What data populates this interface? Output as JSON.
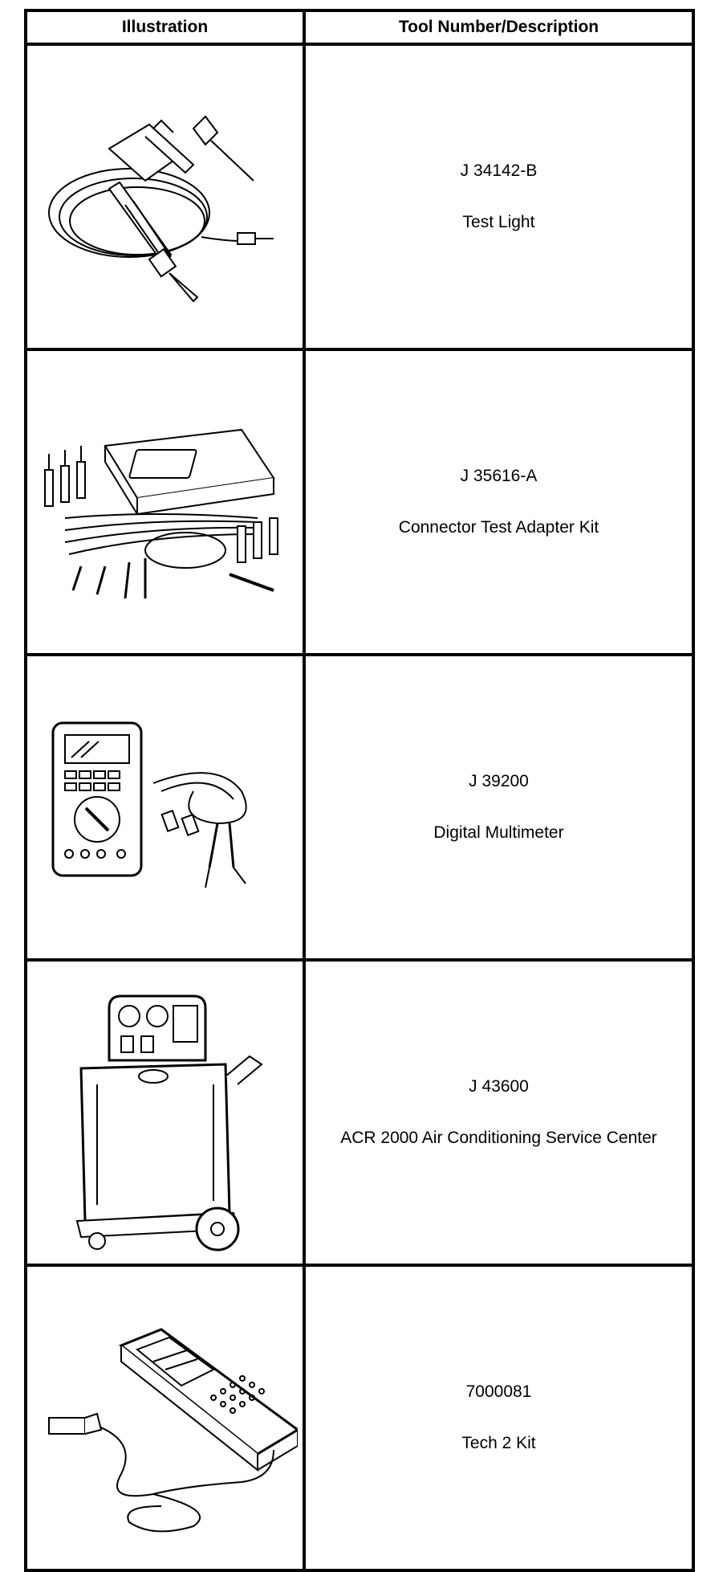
{
  "table": {
    "headers": {
      "illustration": "Illustration",
      "tool": "Tool Number/Description"
    },
    "rows": [
      {
        "number": "J 34142-B",
        "description": "Test Light",
        "illustration_icon": "test-light-icon"
      },
      {
        "number": "J 35616-A",
        "description": "Connector Test Adapter Kit",
        "illustration_icon": "adapter-kit-icon"
      },
      {
        "number": "J 39200",
        "description": "Digital Multimeter",
        "illustration_icon": "multimeter-icon"
      },
      {
        "number": "J 43600",
        "description": "ACR 2000 Air Conditioning Service Center",
        "illustration_icon": "ac-service-center-icon"
      },
      {
        "number": "7000081",
        "description": "Tech 2 Kit",
        "illustration_icon": "tech2-scanner-icon"
      }
    ]
  }
}
